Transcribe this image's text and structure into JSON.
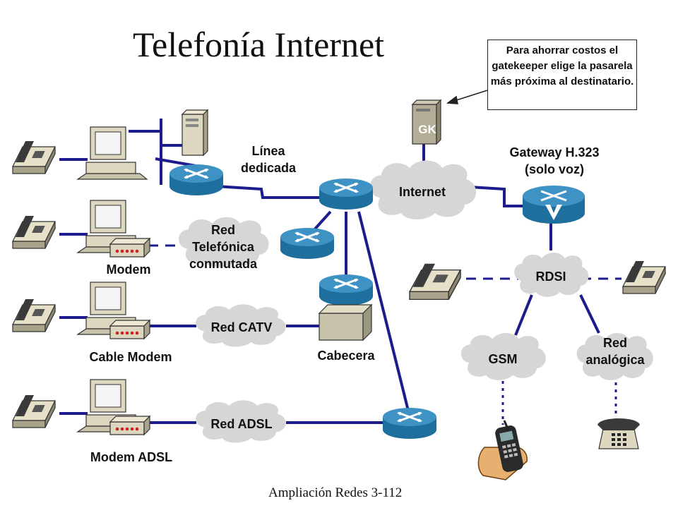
{
  "title": "Telefonía Internet",
  "callout": "Para ahorrar costos el gatekeeper elige la pasarela más próxima al destinatario.",
  "footer": "Ampliación Redes 3-112",
  "labels": {
    "linea_dedicada": "Línea\ndedicada",
    "gateway": "Gateway H.323\n(solo voz)",
    "internet": "Internet",
    "red_telefonica": "Red\nTelefónica\nconmutada",
    "modem": "Modem",
    "rdsi": "RDSI",
    "red_catv": "Red CATV",
    "cabecera": "Cabecera",
    "cable_modem": "Cable Modem",
    "gsm": "GSM",
    "red_analogica": "Red\nanalógica",
    "red_adsl": "Red ADSL",
    "modem_adsl": "Modem ADSL",
    "gk": "GK"
  },
  "colors": {
    "link": "#1c1c8c",
    "router": "#1f6f9e",
    "router_top": "#3f93c4",
    "cloud": "#d6d6d6",
    "device": "#d9d2bc"
  },
  "icons": [
    "telephone-icon",
    "computer-icon",
    "server-icon",
    "router-icon",
    "voice-gateway-icon",
    "modem-icon",
    "cloud-icon",
    "cabecera-box-icon",
    "mobile-phone-icon",
    "analog-phone-icon"
  ]
}
